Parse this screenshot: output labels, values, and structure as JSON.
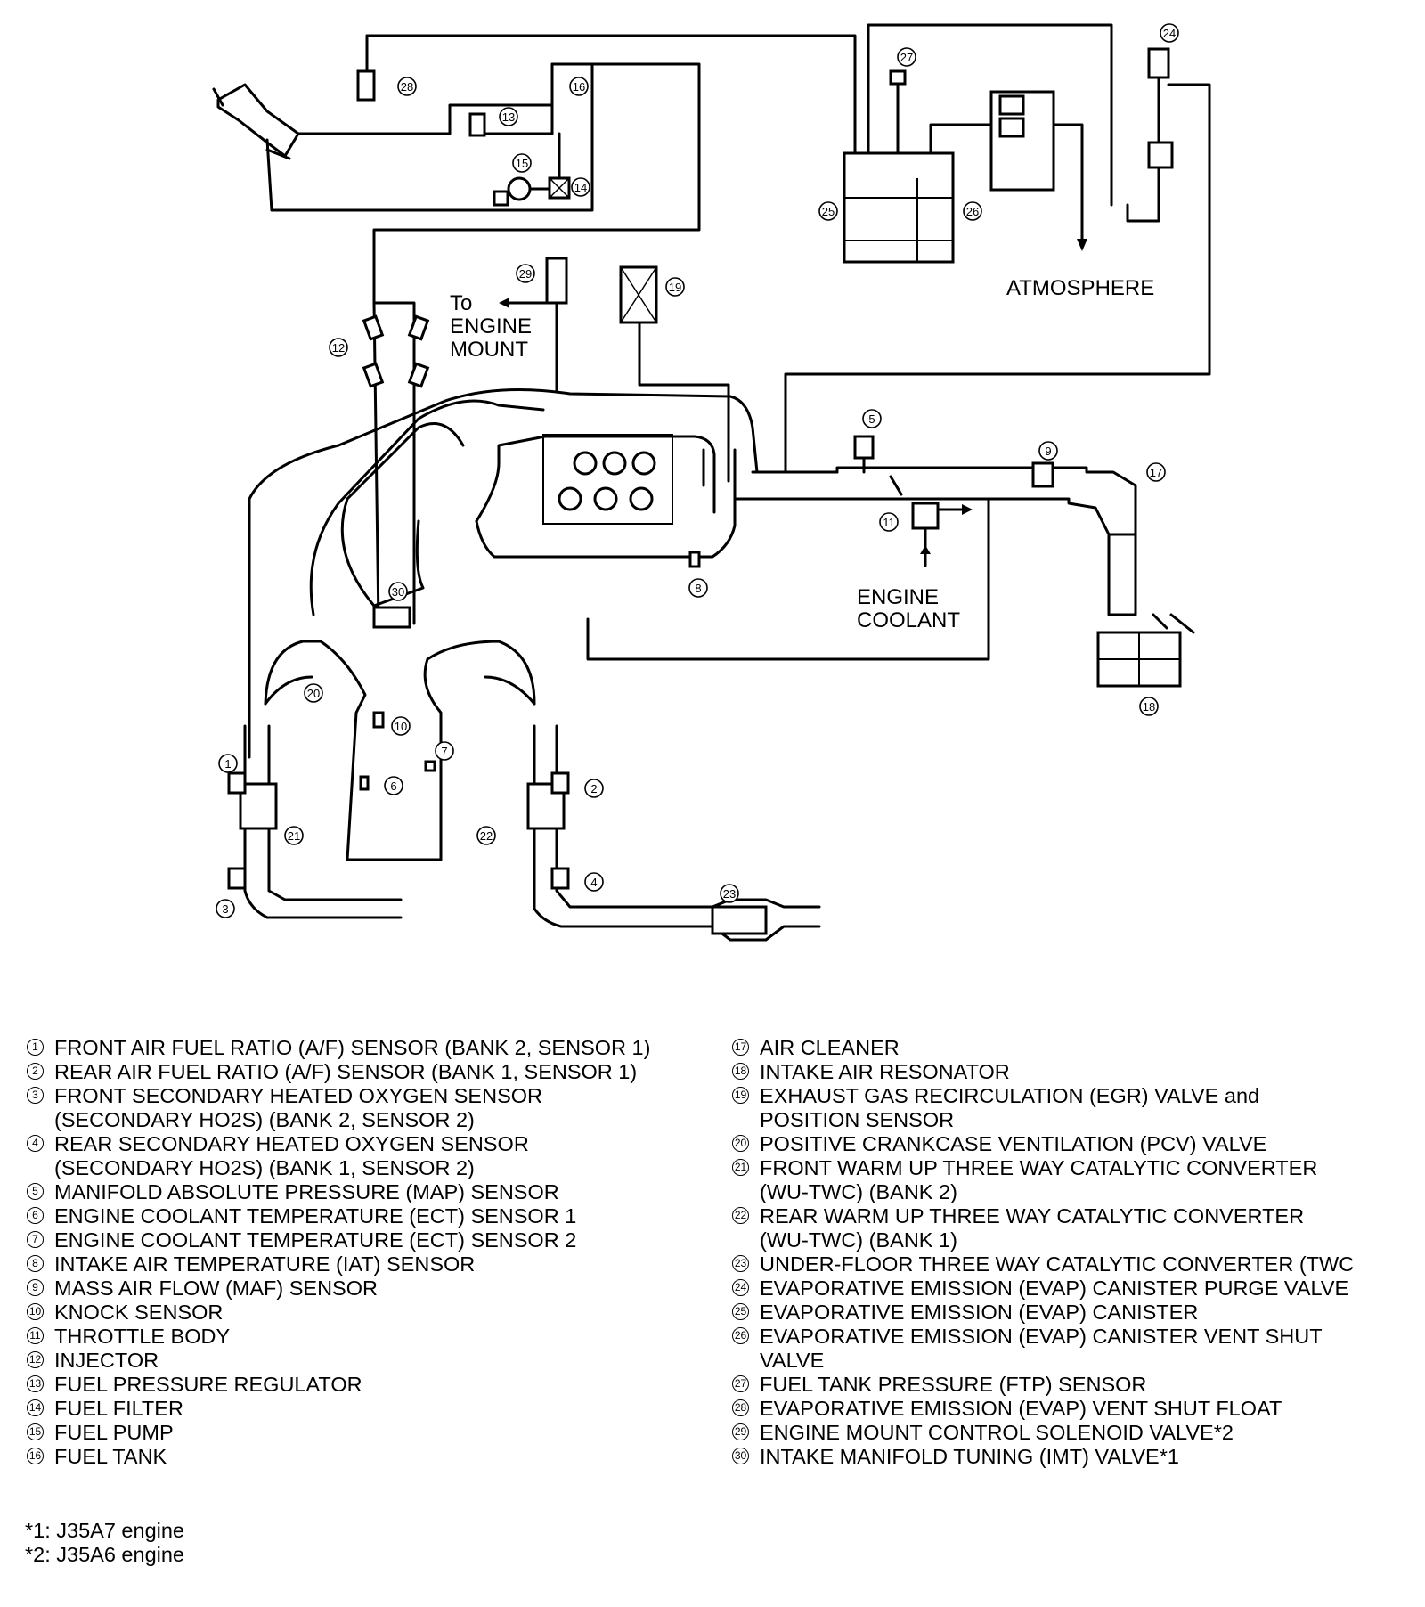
{
  "diagram": {
    "labels": {
      "to_engine_mount": "To\nENGINE\nMOUNT",
      "atmosphere": "ATMOSPHERE",
      "engine_coolant": "ENGINE\nCOOLANT"
    },
    "callouts": [
      "1",
      "2",
      "3",
      "4",
      "5",
      "6",
      "7",
      "8",
      "9",
      "10",
      "11",
      "12",
      "13",
      "14",
      "15",
      "16",
      "17",
      "18",
      "19",
      "20",
      "21",
      "22",
      "23",
      "24",
      "25",
      "26",
      "27",
      "28",
      "29",
      "30"
    ]
  },
  "legend_left": [
    {
      "num": "1",
      "text": "FRONT AIR FUEL RATIO (A/F) SENSOR (BANK 2, SENSOR 1)"
    },
    {
      "num": "2",
      "text": "REAR AIR FUEL RATIO (A/F) SENSOR (BANK 1, SENSOR 1)"
    },
    {
      "num": "3",
      "text": "FRONT SECONDARY HEATED OXYGEN SENSOR\n(SECONDARY HO2S) (BANK 2, SENSOR 2)"
    },
    {
      "num": "4",
      "text": "REAR SECONDARY HEATED OXYGEN SENSOR\n(SECONDARY HO2S) (BANK 1, SENSOR 2)"
    },
    {
      "num": "5",
      "text": "MANIFOLD ABSOLUTE PRESSURE (MAP) SENSOR"
    },
    {
      "num": "6",
      "text": "ENGINE COOLANT TEMPERATURE (ECT) SENSOR 1"
    },
    {
      "num": "7",
      "text": "ENGINE COOLANT TEMPERATURE (ECT) SENSOR 2"
    },
    {
      "num": "8",
      "text": "INTAKE AIR TEMPERATURE (IAT) SENSOR"
    },
    {
      "num": "9",
      "text": "MASS AIR FLOW (MAF) SENSOR"
    },
    {
      "num": "10",
      "text": "KNOCK SENSOR"
    },
    {
      "num": "11",
      "text": "THROTTLE BODY"
    },
    {
      "num": "12",
      "text": "INJECTOR"
    },
    {
      "num": "13",
      "text": "FUEL PRESSURE REGULATOR"
    },
    {
      "num": "14",
      "text": "FUEL FILTER"
    },
    {
      "num": "15",
      "text": "FUEL PUMP"
    },
    {
      "num": "16",
      "text": "FUEL TANK"
    }
  ],
  "legend_right": [
    {
      "num": "17",
      "text": "AIR CLEANER"
    },
    {
      "num": "18",
      "text": "INTAKE AIR RESONATOR"
    },
    {
      "num": "19",
      "text": "EXHAUST GAS RECIRCULATION (EGR) VALVE and\nPOSITION SENSOR"
    },
    {
      "num": "20",
      "text": "POSITIVE CRANKCASE VENTILATION (PCV) VALVE"
    },
    {
      "num": "21",
      "text": "FRONT WARM UP THREE WAY CATALYTIC CONVERTER\n(WU-TWC) (BANK 2)"
    },
    {
      "num": "22",
      "text": "REAR WARM UP THREE WAY CATALYTIC CONVERTER\n(WU-TWC) (BANK 1)"
    },
    {
      "num": "23",
      "text": "UNDER-FLOOR THREE WAY CATALYTIC CONVERTER (TWC"
    },
    {
      "num": "24",
      "text": "EVAPORATIVE EMISSION (EVAP) CANISTER PURGE VALVE"
    },
    {
      "num": "25",
      "text": "EVAPORATIVE EMISSION (EVAP) CANISTER"
    },
    {
      "num": "26",
      "text": "EVAPORATIVE EMISSION (EVAP) CANISTER VENT SHUT\nVALVE"
    },
    {
      "num": "27",
      "text": "FUEL TANK PRESSURE (FTP) SENSOR"
    },
    {
      "num": "28",
      "text": "EVAPORATIVE EMISSION (EVAP) VENT SHUT FLOAT"
    },
    {
      "num": "29",
      "text": "ENGINE MOUNT CONTROL SOLENOID VALVE*2"
    },
    {
      "num": "30",
      "text": "INTAKE MANIFOLD TUNING (IMT) VALVE*1"
    }
  ],
  "footnotes": [
    "*1: J35A7 engine",
    "*2: J35A6 engine"
  ]
}
